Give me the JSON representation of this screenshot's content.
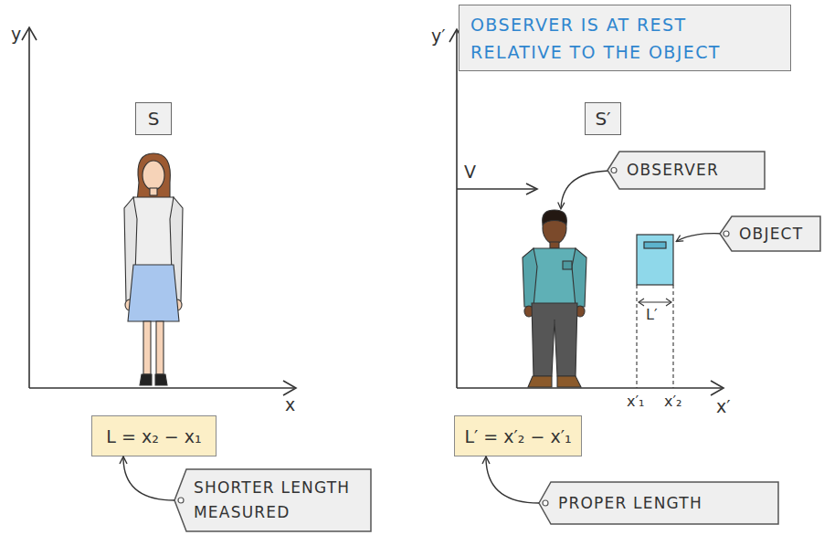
{
  "diagram": {
    "nodes": [
      {
        "text": [
          "OBSERVER IS AT REST RELATIVE TO THE OBJECT"
        ]
      },
      {
        "text": [
          "S"
        ]
      },
      {
        "text": [
          "S′"
        ]
      },
      {
        "text": [
          "OBSERVER"
        ]
      },
      {
        "text": [
          "OBJECT"
        ]
      },
      {
        "text": [
          "L = x₂ − x₁"
        ]
      },
      {
        "text": [
          "L′ = x′₂ − x′₁"
        ]
      },
      {
        "text": [
          "SHORTER LENGTH MEASURED"
        ]
      },
      {
        "text": [
          "PROPER LENGTH"
        ]
      }
    ],
    "edges": [
      {
        "from": 7,
        "to": 5,
        "arrow": "to"
      },
      {
        "from": 8,
        "to": 6,
        "arrow": "to"
      }
    ],
    "labels": [
      "y",
      "x",
      "y′",
      "x′",
      "V",
      "L′",
      "x′₁",
      "x′₂"
    ]
  }
}
